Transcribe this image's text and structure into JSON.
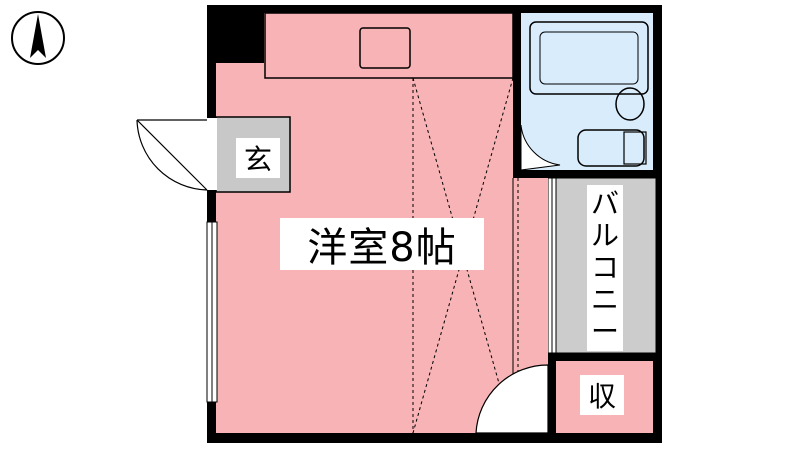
{
  "rooms": {
    "main": "洋室8帖",
    "entrance": "玄",
    "storage": "収",
    "balcony": [
      "バ",
      "ル",
      "コ",
      "ニ",
      "ー"
    ]
  },
  "colors": {
    "room_pink": "#f7b3b5",
    "bath_blue": "#d9ecfb",
    "balcony_gray": "#cccccc",
    "wall_black": "#000000",
    "entrance_gray": "#c8c8c8"
  },
  "icons": {
    "compass": "north-arrow-icon"
  }
}
